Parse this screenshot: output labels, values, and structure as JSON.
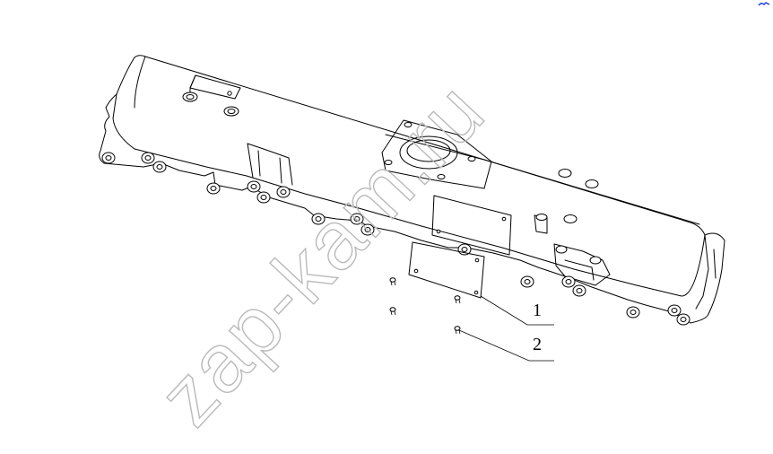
{
  "watermark": "zap-kam.ru",
  "callouts": [
    {
      "label": "1"
    },
    {
      "label": "2"
    }
  ],
  "colors": {
    "line": "#000000",
    "watermark": "#b9b9b9",
    "corner_mark": "#1a3cff",
    "background": "#ffffff"
  }
}
